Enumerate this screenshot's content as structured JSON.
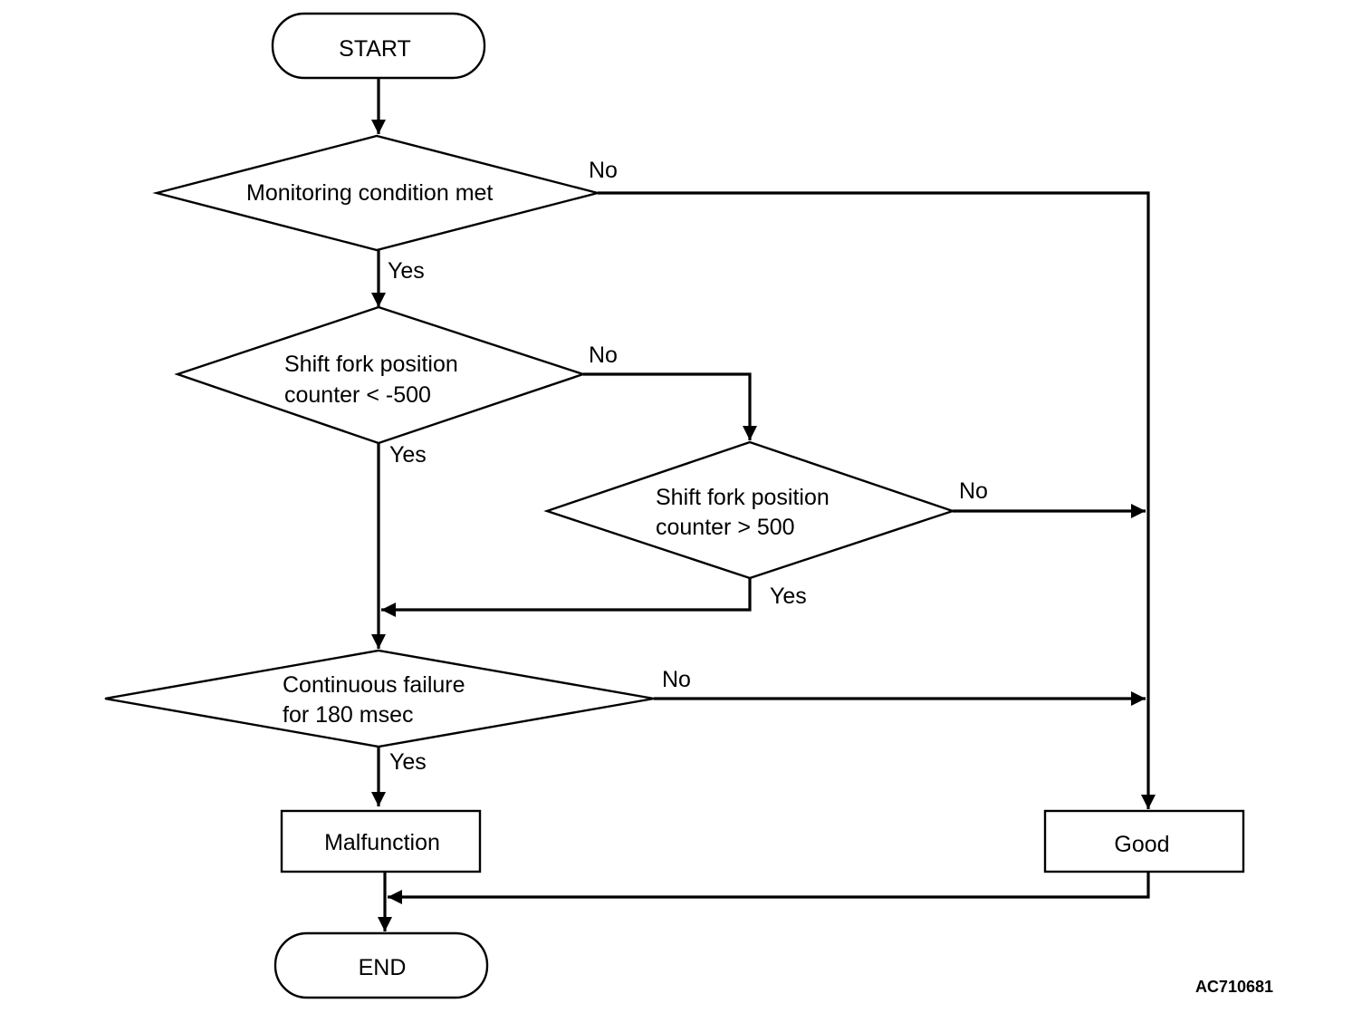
{
  "flowchart": {
    "start": "START",
    "end": "END",
    "decisions": {
      "monitoring": [
        "Monitoring condition met"
      ],
      "counter_low": [
        "Shift fork position",
        "counter < -500"
      ],
      "counter_high": [
        "Shift fork position",
        "counter > 500"
      ],
      "continuous": [
        "Continuous failure",
        "for 180 msec"
      ]
    },
    "results": {
      "malfunction": "Malfunction",
      "good": "Good"
    },
    "branch_labels": {
      "yes": "Yes",
      "no": "No"
    }
  },
  "figure_code": "AC710681"
}
